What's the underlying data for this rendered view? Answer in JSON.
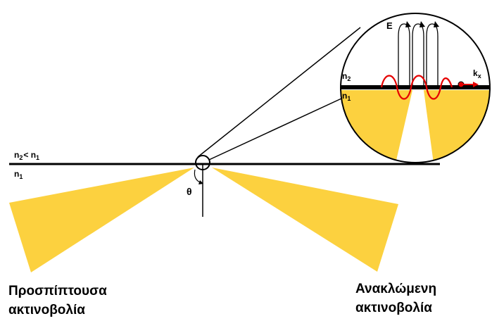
{
  "labels": {
    "boundary_top_n": "n",
    "boundary_top_sub2": "2",
    "boundary_top_lt": "< n",
    "boundary_top_sub1": "1",
    "boundary_bottom_n": "n",
    "boundary_bottom_sub": "1",
    "theta": "θ",
    "inset_E": "E",
    "inset_n2": "n",
    "inset_n2_sub": "2",
    "inset_n1": "n",
    "inset_n1_sub": "1",
    "inset_k": "k",
    "inset_k_sub": "x"
  },
  "captions": {
    "incident_line1": "Προσπίπτουσα",
    "incident_line2": "ακτινοβολία",
    "refracted_line1": "Ανακλώμενη",
    "refracted_line2": "ακτινοβολία"
  },
  "colors": {
    "beam": "#FCD13F",
    "wave": "#E60000",
    "line": "#000000"
  }
}
